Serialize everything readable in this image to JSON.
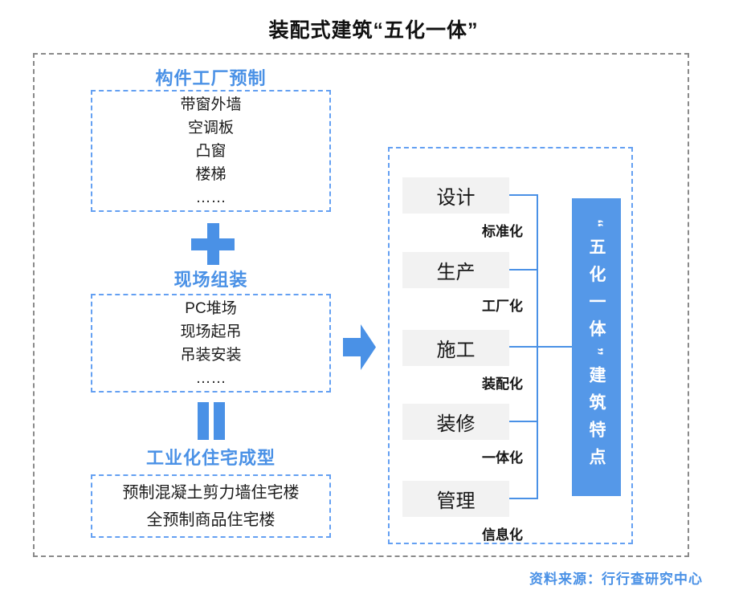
{
  "title": "装配式建筑“五化一体”",
  "colors": {
    "accent": "#4a91e6",
    "dashed-border": "#64a0f2",
    "result-box-fill": "#5598e8",
    "stage-box-fill": "#f2f2f2",
    "outer-border": "#8a8a8a",
    "text": "#1b1b1b",
    "source-text": "#4a91e6"
  },
  "left_column": {
    "stage1": {
      "heading": "构件工厂预制",
      "items": [
        "带窗外墙",
        "空调板",
        "凸窗",
        "楼梯",
        "……"
      ]
    },
    "plus_icon": "plus",
    "stage2": {
      "heading": "现场组装",
      "items": [
        "PC堆场",
        "现场起吊",
        "吊装安装",
        "……"
      ]
    },
    "equals_icon": "equals",
    "stage3": {
      "heading": "工业化住宅成型",
      "items": [
        "预制混凝土剪力墙住宅楼",
        "全预制商品住宅楼"
      ]
    }
  },
  "right_panel": {
    "stages": [
      {
        "label": "设计",
        "sub": "标准化"
      },
      {
        "label": "生产",
        "sub": "工厂化"
      },
      {
        "label": "施工",
        "sub": "装配化"
      },
      {
        "label": "装修",
        "sub": "一体化"
      },
      {
        "label": "管理",
        "sub": "信息化"
      }
    ],
    "result_box": "“五化一体”建筑特点"
  },
  "source": "资料来源：行行查研究中心"
}
